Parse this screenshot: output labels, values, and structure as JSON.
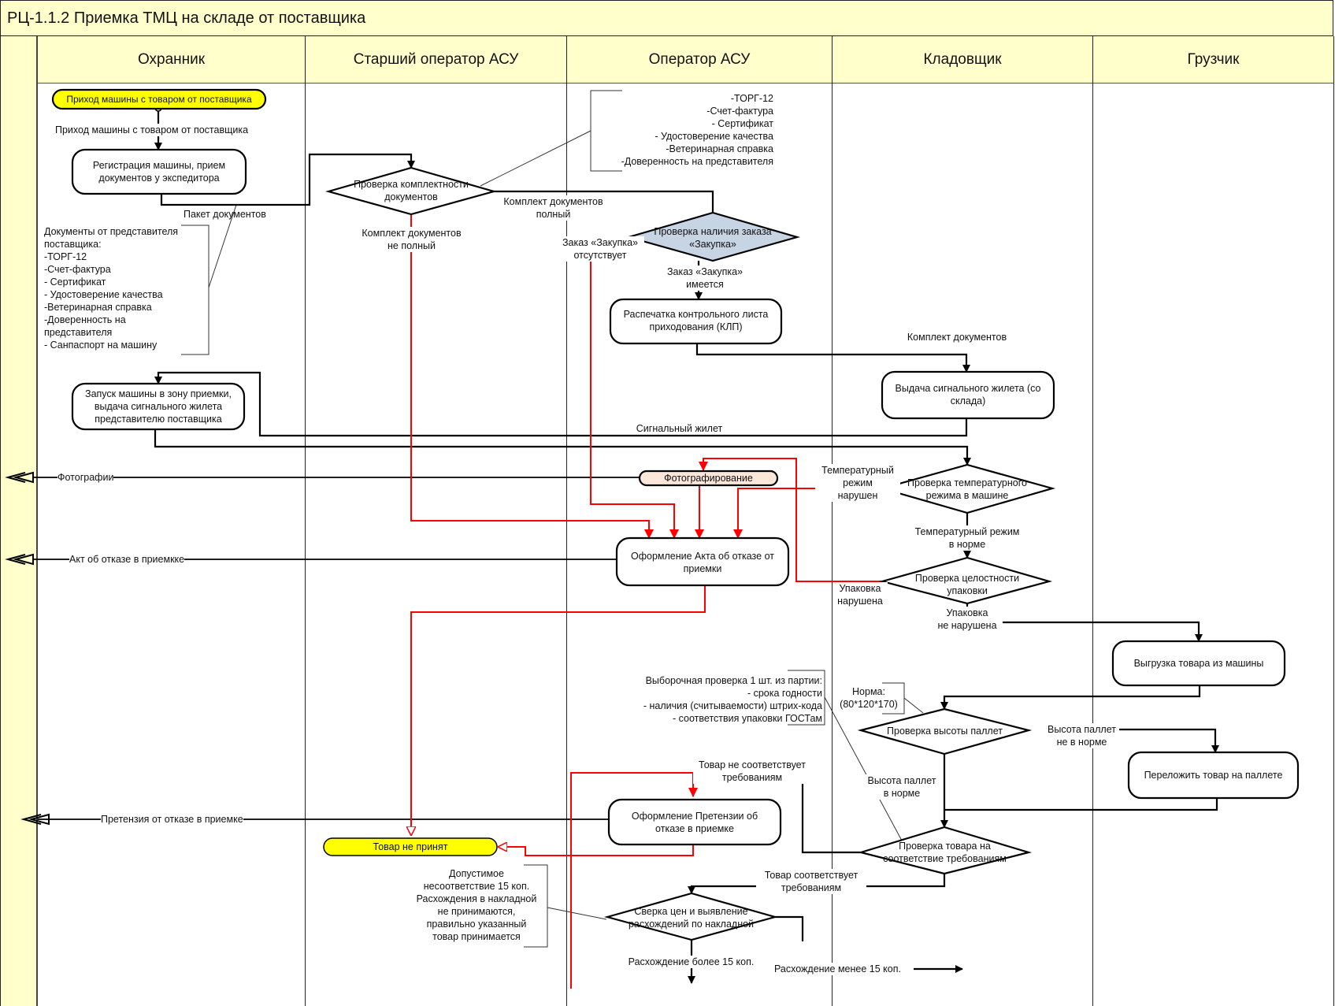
{
  "title": "РЦ-1.1.2 Приемка ТМЦ на складе от поставщика",
  "lanes": [
    "Охранник",
    "Старший оператор АСУ",
    "Оператор АСУ",
    "Кладовщик",
    "Грузчик"
  ],
  "colors": {
    "lane_header": "#ffffcc",
    "event_fill": "#ffff00",
    "decision_highlight": "#c6d4e4",
    "photo_fill": "#fbe6da",
    "reject_flow": "#ff0000",
    "normal_flow": "#000000"
  },
  "nodes": {
    "start_event": "Приход машины с товаром от поставщика",
    "register_car": "Регистрация машины, прием\nдокументов у экспедитора",
    "check_docs": "Проверка комплектности\nдокументов",
    "check_order": "Проверка наличия заказа\n«Закупка»",
    "print_klp": "Распечатка контрольного листа\nприходования (КЛП)",
    "issue_vest": "Выдача сигнального жилета (со\nсклада)",
    "launch_car": "Запуск машины в зону приемки,\nвыдача сигнального жилета\nпредставителю поставщика",
    "photo": "Фотографирование",
    "check_temp": "Проверка температурного\nрежима в машине",
    "reject_act": "Оформление Акта об отказе от\nприемки",
    "check_pack": "Проверка целостности\nупаковки",
    "unload": "Выгрузка товара из машины",
    "check_height": "Проверка высоты паллет",
    "repack": "Переложить товар на паллете",
    "claim": "Оформление Претензии об\nотказе в приемке",
    "not_accepted": "Товар не принят",
    "check_goods": "Проверка товара на\nсоответствие требованиям",
    "price_check": "Сверка цен и выявление\nрасхождений по накладной"
  },
  "flow_labels": {
    "arrival": "Приход машины с товаром от поставщика",
    "doc_package": "Пакет документов",
    "docs_full": "Комплект документов\nполный",
    "docs_incomplete": "Комплект документов\nне полный",
    "order_missing": "Заказ «Закупка»\nотсутствует",
    "order_exists": "Заказ «Закупка»\nимеется",
    "doc_set": "Комплект документов",
    "signal_vest": "Сигнальный жилет",
    "temp_violated": "Температурный\nрежим\nнарушен",
    "temp_ok": "Температурный режим\nв норме",
    "pack_damaged": "Упаковка\nнарушена",
    "pack_ok": "Упаковка\nне нарушена",
    "height_bad": "Высота паллет\nне в норме",
    "height_ok": "Высота паллет\nв норме",
    "goods_bad": "Товар не соответствует\nтребованиям",
    "goods_ok": "Товар соответствует\nтребованиям",
    "diff_more": "Расхождение более 15 коп.",
    "diff_less": "Расхождение менее 15 коп.",
    "out_photos": "Фотографии",
    "out_act": "Акт об отказе в приемкке",
    "out_claim": "Претензия от отказе в приемке"
  },
  "annotations": {
    "docs_from_rep": "Документы от представителя\nпоставщика:\n-ТОРГ-12\n-Счет-фактура\n- Сертификат\n- Удостоверение качества\n-Ветеринарная справка\n-Доверенность на\nпредставителя\n- Санпаспорт на машину",
    "docs_required": "-ТОРГ-12\n-Счет-фактура\n- Сертификат\n- Удостоверение качества\n-Ветеринарная справка\n-Доверенность на представителя",
    "sample_check": "Выборочная проверка 1 шт. из партии:\n- срока годности\n- наличия (считываемости) штрих-кода\n- соответствия упаковки ГОСТам",
    "pallet_norm": "Норма:\n(80*120*170)",
    "tolerance": "Допустимое\nнесоответствие 15 коп.\nРасхождения в накладной\nне принимаются,\nправильно указанный\nтовар принимается"
  }
}
